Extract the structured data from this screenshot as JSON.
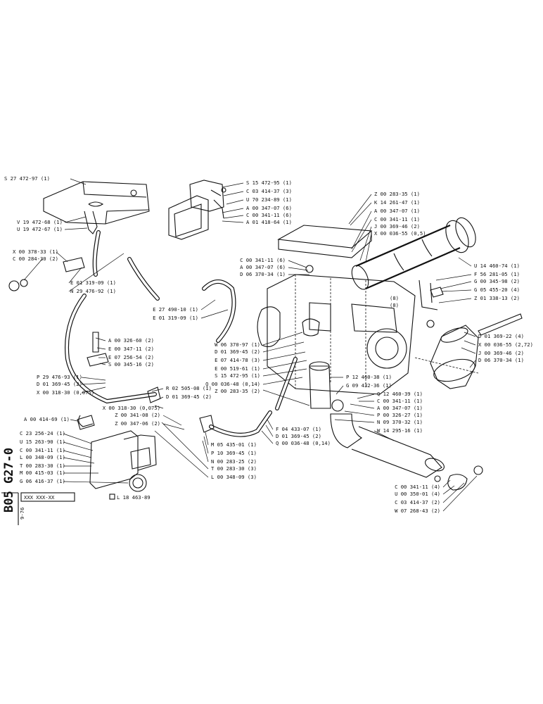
{
  "doc_code": "B05 G27-0",
  "date": "9-76",
  "box_label": "XXX XXX-XX",
  "ref_label": "L 18 463-89",
  "labels": [
    "S 27 472-97 (1)",
    "V 19 472-68 (1)",
    "U 19 472-67 (1)",
    "S 15 472-95 (1)",
    "C 03 414-37 (3)",
    "U 70 234-89 (1)",
    "A 00 347-07 (6)",
    "C 00 341-11 (6)",
    "A 01 418-64 (1)",
    "Z 00 283-35 (1)",
    "K 14 261-47 (1)",
    "A 00 347-07 (1)",
    "C 00 341-11 (1)",
    "J 00 369-46 (2)",
    "X 00 036-55 (0,5)",
    "X 00 378-33 (1)",
    "C 00 284-30 (2)",
    "E 01 319-09 (1)",
    "N 29 476-92 (1)",
    "C 00 341-11 (6)",
    "A 00 347-07 (6)",
    "D 06 370-34 (1)",
    "U 14 460-74 (1)",
    "F 56 281-05 (1)",
    "G 00 345-98 (2)",
    "G 05 455-20 (4)",
    "Z 01 338-13 (2)",
    "(8)",
    "(8)",
    "E 27 490-10 (1)",
    "E 01 319-09 (1)",
    "D 01 369-22 (4)",
    "X 00 036-55 (2,72)",
    "J 00 369-46 (2)",
    "D 06 370-34 (1)",
    "A 00 326-60 (2)",
    "E 00 347-11 (2)",
    "E 07 256-54 (2)",
    "S 00 345-16 (2)",
    "W 06 370-97 (1)",
    "D 01 369-45 (2)",
    "E 07 414-78 (3)",
    "E 00 519-61 (1)",
    "S 15 472-95 (1)",
    "Q 00 036-48 (0,14)",
    "Z 00 283-35 (2)",
    "P 12 460-38 (1)",
    "G 09 432-36 (1)",
    "P 29 476-93 (1)",
    "D 01 369-45 (2)",
    "X 00 318-30 (0,075)",
    "R 02 505-08 (1)",
    "D 01 369-45 (2)",
    "Q 12 460-39 (1)",
    "C 00 341-11 (1)",
    "A 00 347-07 (1)",
    "P 00 326-27 (1)",
    "N 09 370-32 (1)",
    "W 14 295-16 (1)",
    "X 00 318-30 (0,075)",
    "Z 00 341-08 (2)",
    "Z 00 347-06 (2)",
    "A 00 414-69 (1)",
    "F 04 433-07 (1)",
    "D 01 369-45 (2)",
    "Q 00 036-48 (0,14)",
    "C 23 256-24 (1)",
    "U 15 263-90 (1)",
    "C 00 341-11 (1)",
    "L 00 348-09 (1)",
    "T 00 283-30 (1)",
    "M 00 415-03 (1)",
    "G 06 416-37 (1)",
    "M 05 435-01 (1)",
    "P 10 369-45 (1)",
    "N 00 283-25 (2)",
    "T 00 283-30 (3)",
    "L 00 348-09 (3)",
    "C 00 341-11 (4)",
    "U 00 350-01 (4)",
    "C 03 414-37 (2)",
    "W 07 268-43 (2)"
  ]
}
